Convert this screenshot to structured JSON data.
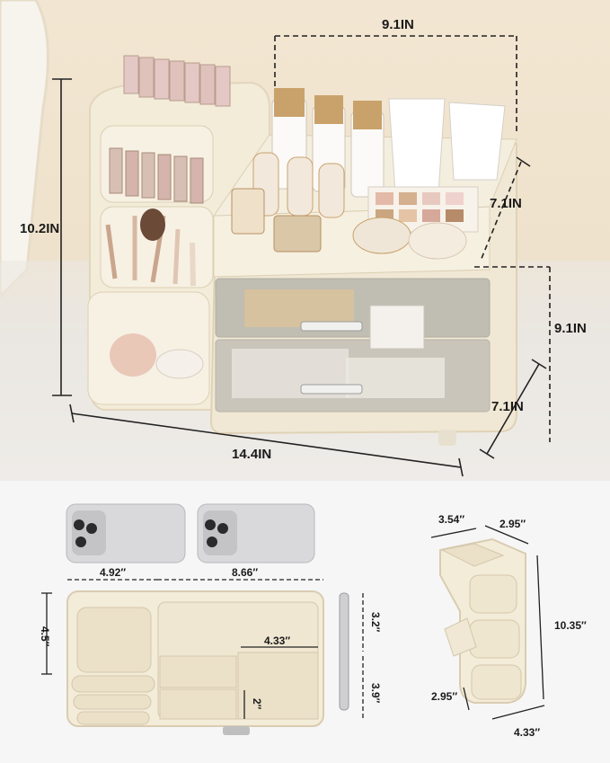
{
  "dimensions_main": {
    "top_width": "9.1IN",
    "right_depth_upper": "7.1IN",
    "left_height": "10.2IN",
    "right_height": "9.1IN",
    "right_depth_lower": "7.1IN",
    "bottom_width": "14.4IN"
  },
  "dimensions_detail": {
    "left_section_width": "4.92″",
    "right_section_width": "8.66″",
    "left_depth": "4.5″",
    "inner_compartment": "4.33″",
    "right_upper_depth": "3.2″",
    "right_lower_depth": "3.9″",
    "small_divider": "2″"
  },
  "dimensions_holder": {
    "top_width": "3.54″",
    "top_depth": "2.95″",
    "height": "10.35″",
    "base_depth": "2.95″",
    "base_width": "4.33″"
  },
  "colors": {
    "organizer_body": "#f3ecd9",
    "wall": "#efe2cc",
    "drawer_tint": "#8c8c8c",
    "accent_gold": "#c9a26b"
  }
}
